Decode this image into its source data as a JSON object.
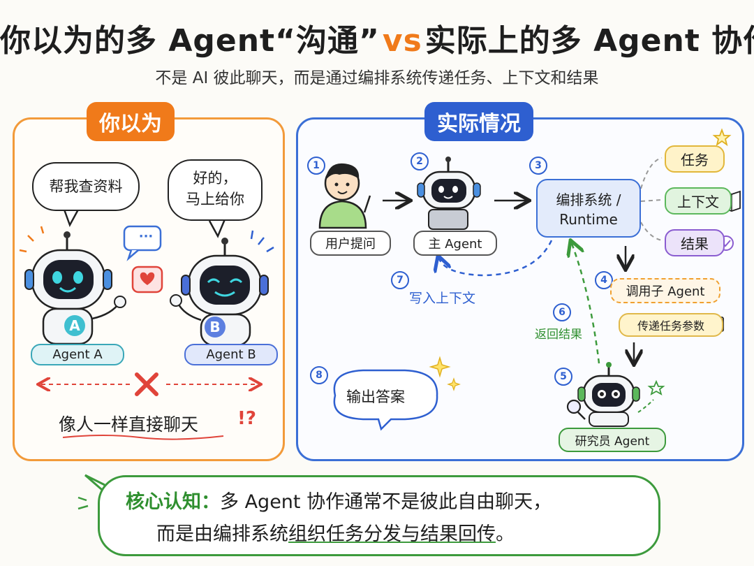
{
  "title": {
    "left": "你以为的多 Agent“沟通”",
    "vs": "vs",
    "right": "实际上的多 Agent 协作"
  },
  "subtitle": "不是 AI 彼此聊天，而是通过编排系统传递任务、上下文和结果",
  "left_panel": {
    "tag": "你以为",
    "bubble_a": "帮我查资料",
    "bubble_b_line1": "好的，",
    "bubble_b_line2": "马上给你",
    "agent_a_badge": "A",
    "agent_b_badge": "B",
    "agent_a_label": "Agent A",
    "agent_b_label": "Agent B",
    "chat_icon_text": "···",
    "caption": "像人一样直接聊天",
    "caption_mark": "!?"
  },
  "right_panel": {
    "tag": "实际情况",
    "steps": {
      "s1": "1",
      "s2": "2",
      "s3": "3",
      "s4": "4",
      "s5": "5",
      "s6": "6",
      "s7": "7",
      "s8": "8"
    },
    "user_label": "用户提问",
    "main_agent_label": "主 Agent",
    "runtime_line1": "编排系统 /",
    "runtime_line2": "Runtime",
    "task_chip": "任务",
    "context_chip": "上下文",
    "result_chip": "结果",
    "call_sub_agent": "调用子 Agent",
    "pass_params": "传递任务参数",
    "researcher_label": "研究员 Agent",
    "return_result": "返回结果",
    "write_context": "写入上下文",
    "output_answer": "输出答案"
  },
  "core": {
    "label": "核心认知：",
    "line1_rest": "多 Agent 协作通常不是彼此自由聊天，",
    "line2_a": "而是由编排系统",
    "line2_b": "组织任务分发与结果回传",
    "line2_c": "。"
  },
  "colors": {
    "orange": "#f07a1a",
    "blue": "#2e5fd0",
    "green": "#3c9a3c",
    "purple": "#8a5cd0"
  }
}
